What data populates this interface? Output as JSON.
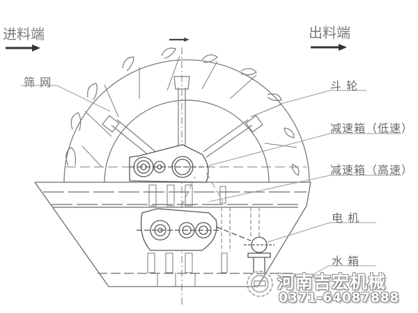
{
  "flow": {
    "inlet_label": "进料端",
    "outlet_label": "出料端",
    "inlet_arrow_icon": "arrow-right-icon",
    "outlet_arrow_icon": "arrow-right-icon",
    "rotation_arrow_icon": "arrow-right-icon"
  },
  "callouts": [
    {
      "id": "screen",
      "label": "筛 网"
    },
    {
      "id": "bucket-wheel",
      "label": "斗 轮"
    },
    {
      "id": "reducer-low",
      "label": "减速箱（低速）"
    },
    {
      "id": "reducer-high",
      "label": "减速箱（高速）"
    },
    {
      "id": "motor",
      "label": "电 机"
    },
    {
      "id": "water-tank",
      "label": "水 箱"
    }
  ],
  "watermark": {
    "company": "河南吉宏机械",
    "phone": "0371-64087888",
    "logo_icon": "gear-logo-icon"
  },
  "colors": {
    "line": "#7a7a7a",
    "dark_line": "#444444",
    "text": "#6a6a6a",
    "background": "#ffffff"
  }
}
